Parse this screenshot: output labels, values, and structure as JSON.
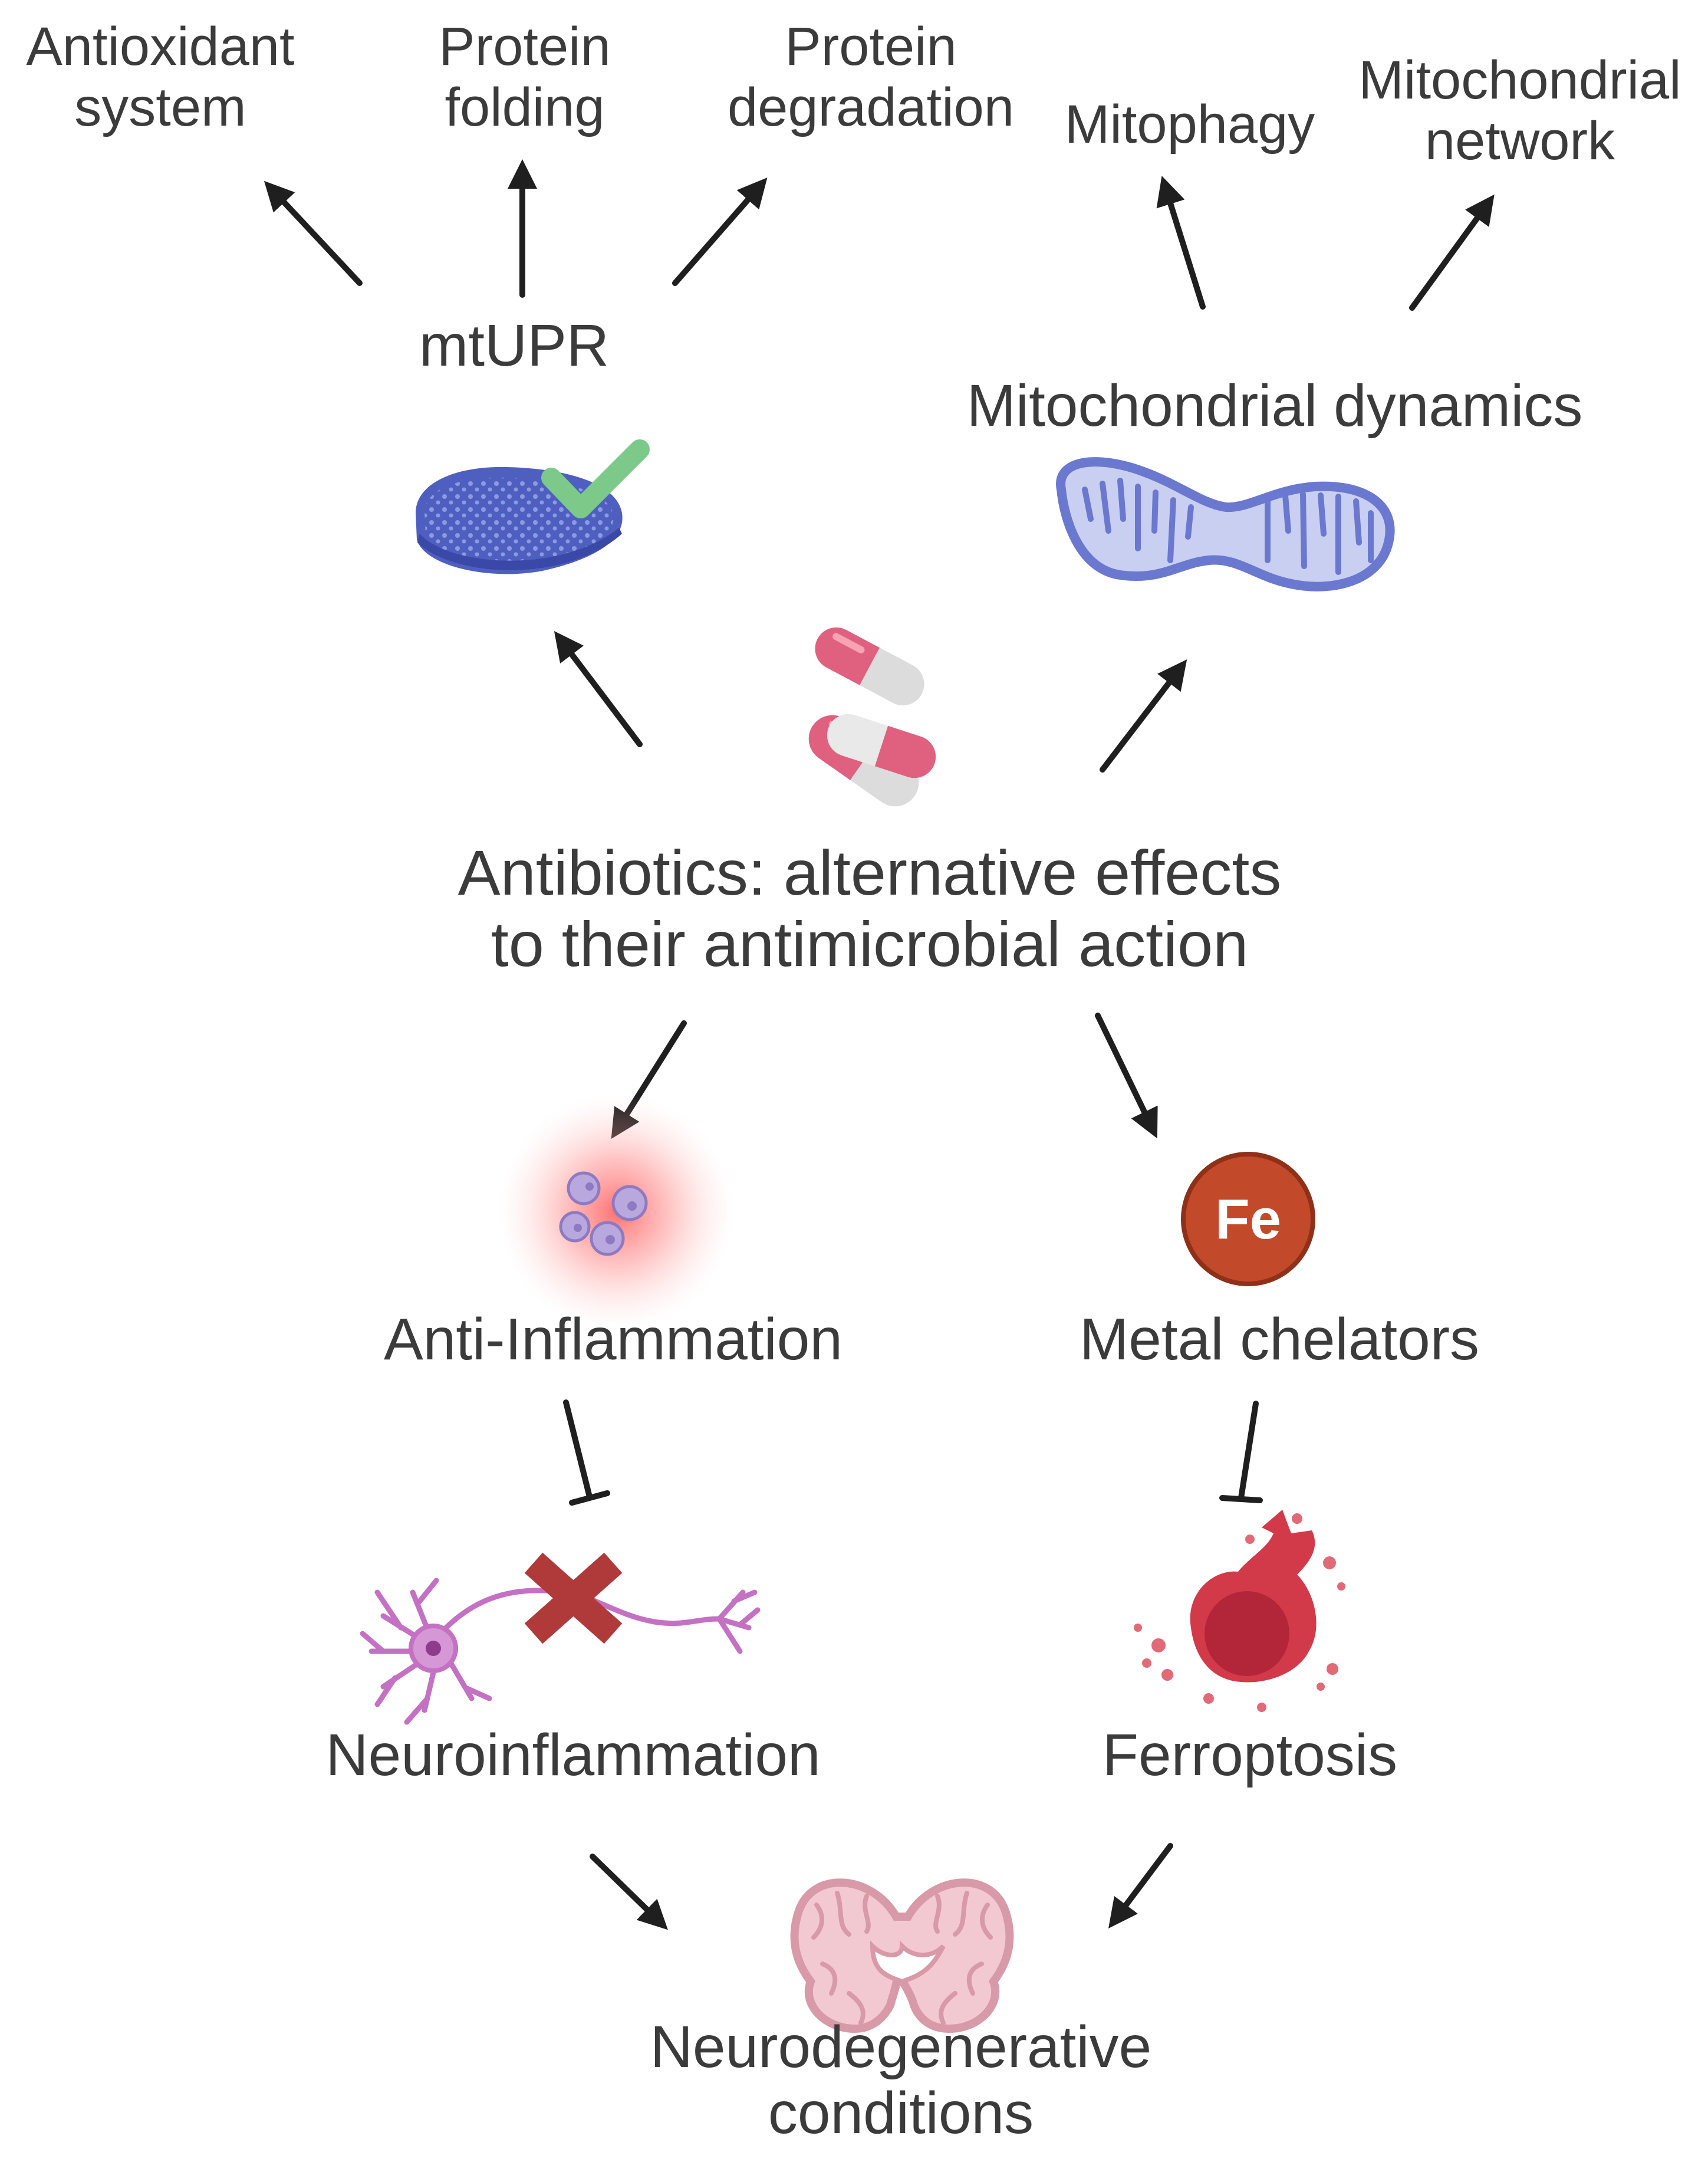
{
  "title": {
    "line1": "Antibiotics: alternative effects",
    "line2": "to their antimicrobial action"
  },
  "mtupr": {
    "label": "mtUPR",
    "targets": {
      "antioxidant": {
        "line1": "Antioxidant",
        "line2": "system"
      },
      "folding": {
        "line1": "Protein",
        "line2": "folding"
      },
      "degradation": {
        "line1": "Protein",
        "line2": "degradation"
      }
    }
  },
  "dynamics": {
    "label": "Mitochondrial dynamics",
    "targets": {
      "mitophagy": {
        "line1": "Mitophagy"
      },
      "network": {
        "line1": "Mitochondrial",
        "line2": "network"
      }
    }
  },
  "anti_inflammation": {
    "label": "Anti-Inflammation"
  },
  "metal_chelators": {
    "label": "Metal chelators",
    "icon_text": "Fe"
  },
  "neuroinflammation": {
    "label": "Neuroinflammation"
  },
  "ferroptosis": {
    "label": "Ferroptosis"
  },
  "outcome": {
    "line1": "Neurodegenerative",
    "line2": "conditions"
  },
  "icons": [
    "mitochondrion-check-icon",
    "mitochondrion-dividing-icon",
    "capsules-icon",
    "inflammation-cells-icon",
    "iron-icon",
    "neuron-blocked-icon",
    "ferroptotic-cell-icon",
    "brain-section-icon"
  ],
  "colors": {
    "text": "#3b3b3b",
    "arrow": "#1f1f1f",
    "mitochondrion": "#4f5fc0",
    "checkmark": "#7cc98a",
    "capsule_pink": "#e0617f",
    "capsule_grey": "#dcdcdc",
    "inflammation_glow": "#ff6b6b",
    "iron": "#c24a2a",
    "neuron": "#c471c4",
    "cross": "#b03a3a",
    "ferroptosis": "#d23a4a",
    "brain": "#d89aa8"
  }
}
